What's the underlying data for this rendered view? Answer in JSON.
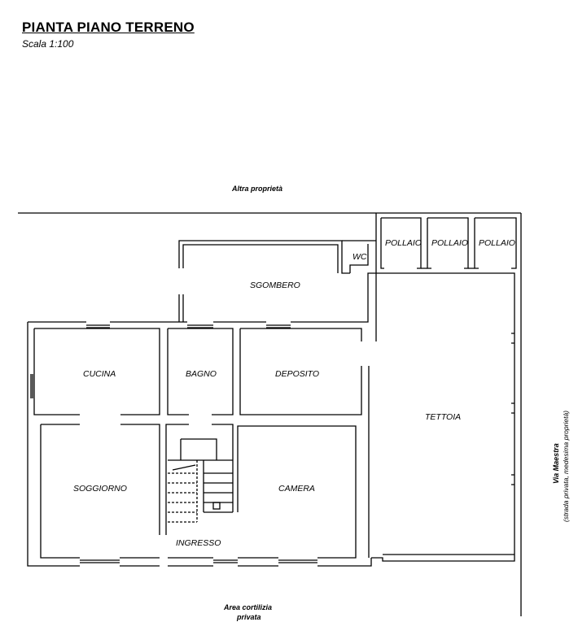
{
  "header": {
    "title": "PIANTA PIANO TERRENO",
    "scale": "Scala 1:100"
  },
  "labels": {
    "altra_proprieta": "Altra proprietà",
    "area_cortilizia_1": "Area cortilizia",
    "area_cortilizia_2": "privata",
    "via_maestra_1": "Via Maestra",
    "via_maestra_2": "(strada privata, medesima proprietà)"
  },
  "rooms": {
    "pollaio_1": "POLLAIO",
    "pollaio_2": "POLLAIO",
    "pollaio_3": "POLLAIO",
    "wc": "WC",
    "sgombero": "SGOMBERO",
    "cucina": "CUCINA",
    "bagno": "BAGNO",
    "deposito": "DEPOSITO",
    "tettoia": "TETTOIA",
    "soggiorno": "SOGGIORNO",
    "camera": "CAMERA",
    "ingresso": "INGRESSO"
  }
}
